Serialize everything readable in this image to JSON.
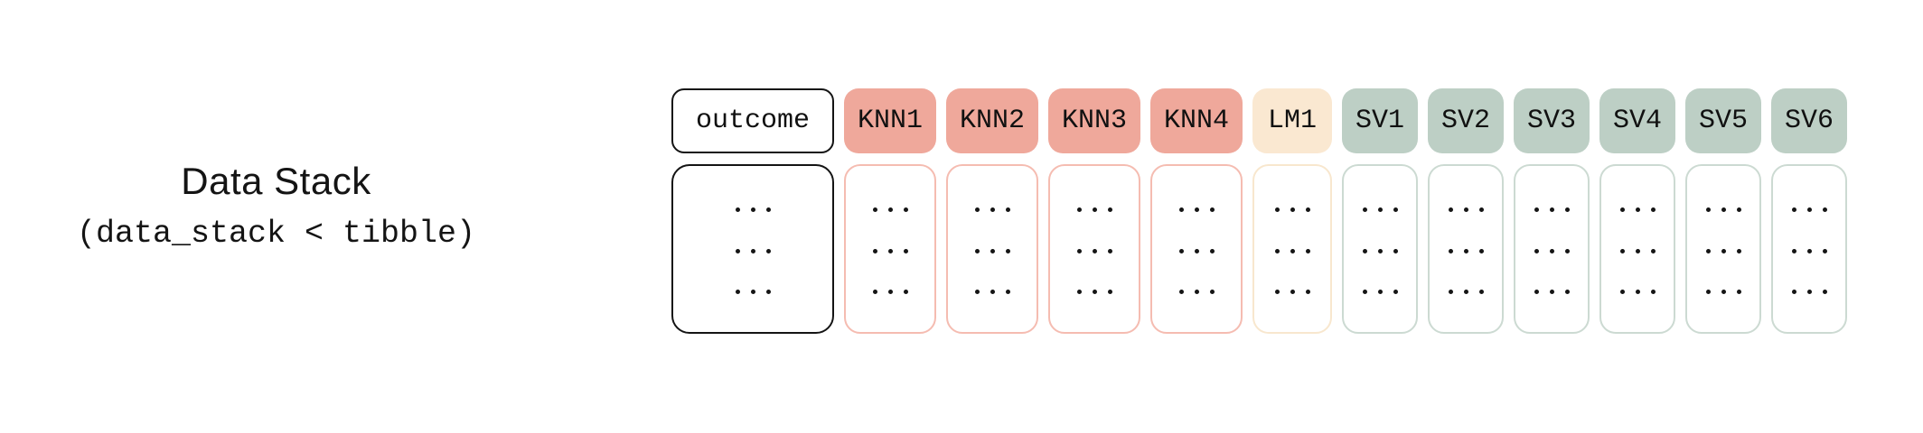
{
  "left_label": {
    "title": "Data Stack",
    "code": "(data_stack < tibble)"
  },
  "table": {
    "columns": [
      {
        "id": "outcome",
        "label": "outcome",
        "group": "outcome"
      },
      {
        "id": "knn1",
        "label": "KNN1",
        "group": "knn"
      },
      {
        "id": "knn2",
        "label": "KNN2",
        "group": "knn"
      },
      {
        "id": "knn3",
        "label": "KNN3",
        "group": "knn"
      },
      {
        "id": "knn4",
        "label": "KNN4",
        "group": "knn"
      },
      {
        "id": "lm1",
        "label": "LM1",
        "group": "lm"
      },
      {
        "id": "sv1",
        "label": "SV1",
        "group": "sv"
      },
      {
        "id": "sv2",
        "label": "SV2",
        "group": "sv"
      },
      {
        "id": "sv3",
        "label": "SV3",
        "group": "sv"
      },
      {
        "id": "sv4",
        "label": "SV4",
        "group": "sv"
      },
      {
        "id": "sv5",
        "label": "SV5",
        "group": "sv"
      },
      {
        "id": "sv6",
        "label": "SV6",
        "group": "sv"
      }
    ],
    "body_rows": 3,
    "ellipsis": "..."
  },
  "colors": {
    "knn_fill": "#EFA89B",
    "knn_border": "#F5BCB1",
    "lm_fill": "#FAE8D1",
    "lm_border": "#F8E7CE",
    "sv_fill": "#BDCFC5",
    "sv_border": "#CCDAD2",
    "text": "#141414"
  }
}
